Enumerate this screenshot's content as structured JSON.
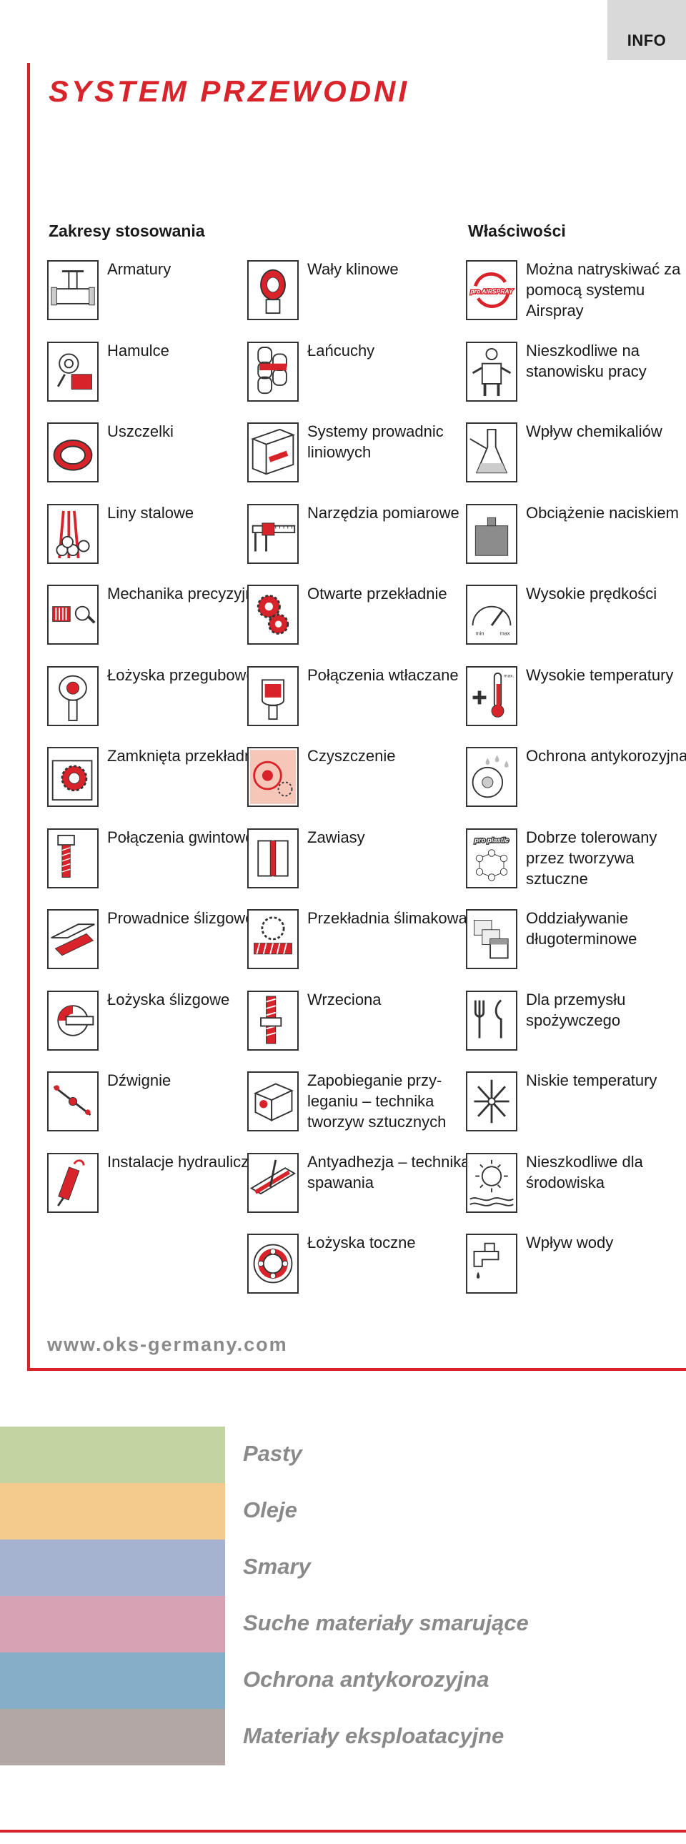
{
  "tab": "INFO",
  "title": "SYSTEM PRZEWODNI",
  "columns": {
    "left_heading": "Zakresy stosowania",
    "right_heading": "Właściwości"
  },
  "col1": [
    {
      "label": "Armatury",
      "icon": "valve-icon"
    },
    {
      "label": "Hamulce",
      "icon": "brake-icon"
    },
    {
      "label": "Uszczelki",
      "icon": "seal-ring-icon"
    },
    {
      "label": "Liny stalowe",
      "icon": "steel-rope-icon"
    },
    {
      "label": "Mechanika precyzyjna",
      "icon": "precision-mechanics-icon"
    },
    {
      "label": "Łożyska przegubowe",
      "icon": "joint-bearing-icon"
    },
    {
      "label": "Zamknięta przekładnia",
      "icon": "enclosed-gear-icon"
    },
    {
      "label": "Połączenia gwintowe",
      "icon": "bolt-icon"
    },
    {
      "label": "Prowadnice ślizgowe",
      "icon": "slide-guide-icon"
    },
    {
      "label": "Łożyska ślizgowe",
      "icon": "plain-bearing-icon"
    },
    {
      "label": "Dźwignie",
      "icon": "lever-icon"
    },
    {
      "label": "Instalacje hydrauliczne",
      "icon": "hydraulic-icon"
    }
  ],
  "col2": [
    {
      "label": "Wały klinowe",
      "icon": "spline-shaft-icon"
    },
    {
      "label": "Łańcuchy",
      "icon": "chain-icon"
    },
    {
      "label": "Systemy prowadnic liniowych",
      "icon": "linear-guide-icon"
    },
    {
      "label": "Narzędzia pomiarowe",
      "icon": "caliper-icon"
    },
    {
      "label": "Otwarte przekładnie",
      "icon": "open-gear-icon"
    },
    {
      "label": "Połączenia wtłaczane",
      "icon": "press-fit-icon"
    },
    {
      "label": "Czyszczenie",
      "icon": "cleaning-icon"
    },
    {
      "label": "Zawiasy",
      "icon": "hinge-icon"
    },
    {
      "label": "Przekładnia ślimakowa",
      "icon": "worm-gear-icon"
    },
    {
      "label": "Wrzeciona",
      "icon": "spindle-icon"
    },
    {
      "label": "Zapobieganie przy­leganiu – technika tworzyw sztucznych",
      "icon": "plastic-mould-icon"
    },
    {
      "label": "Antyadhezja – technika spawania",
      "icon": "welding-icon"
    },
    {
      "label": "Łożyska toczne",
      "icon": "rolling-bearing-icon"
    }
  ],
  "col3": [
    {
      "label": "Można natrys­kiwać za pomocą systemu Airspray",
      "icon": "airspray-icon",
      "badge": "pro AIRSPRAY"
    },
    {
      "label": "Nieszkodliwe na stanowisku pracy",
      "icon": "worker-icon"
    },
    {
      "label": "Wpływ chemikaliów",
      "icon": "flask-icon"
    },
    {
      "label": "Obciążenie naciskiem",
      "icon": "weight-icon"
    },
    {
      "label": "Wysokie prędkości",
      "icon": "speedometer-icon",
      "min": "min",
      "max": "max"
    },
    {
      "label": "Wysokie temperatury",
      "icon": "thermometer-icon",
      "max": "max."
    },
    {
      "label": "Ochrona antykorozyjna",
      "icon": "corrosion-icon"
    },
    {
      "label": "Dobrze tolerowa­ny przez tworzywa sztuczne",
      "icon": "plastic-molecule-icon",
      "badge": "pro plastic"
    },
    {
      "label": "Oddziaływanie długoterminowe",
      "icon": "calendar-icon"
    },
    {
      "label": "Dla przemysłu spożywczego",
      "icon": "food-icon"
    },
    {
      "label": "Niskie temperatury",
      "icon": "snowflake-icon"
    },
    {
      "label": "Nieszkodliwe dla środowiska",
      "icon": "environment-icon"
    },
    {
      "label": "Wpływ wody",
      "icon": "water-tap-icon"
    }
  ],
  "url": "www.oks-germany.com",
  "legend": [
    {
      "label": "Pasty",
      "color": "#c2d4a2"
    },
    {
      "label": "Oleje",
      "color": "#f4cb8d"
    },
    {
      "label": "Smary",
      "color": "#a5b3d0"
    },
    {
      "label": "Suche materiały smarujące",
      "color": "#d6a2b4"
    },
    {
      "label": "Ochrona antykorozyjna",
      "color": "#85aec8"
    },
    {
      "label": "Materiały eksploatacyjne",
      "color": "#b2a7a4"
    }
  ],
  "colors": {
    "accent": "#d8232a",
    "grey_text": "#8a8a8a"
  }
}
